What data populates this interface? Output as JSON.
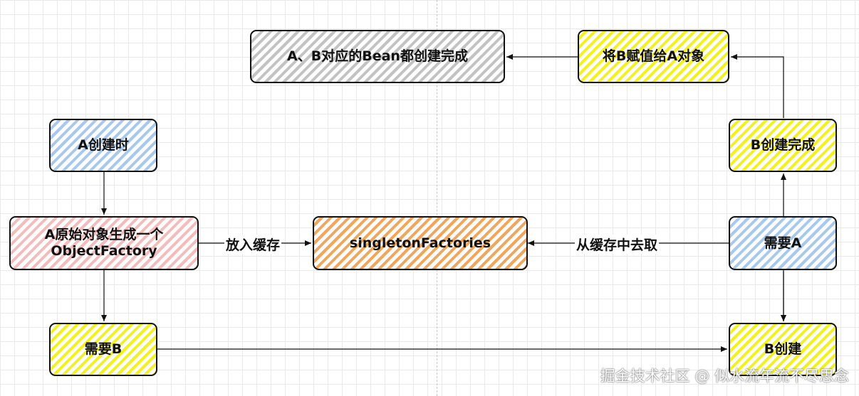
{
  "nodes": {
    "a_create": "A创建时",
    "a_objectfactory_line1": "A原始对象生成一个",
    "a_objectfactory_line2": "ObjectFactory",
    "need_b": "需要B",
    "singleton_factories": "singletonFactories",
    "need_a": "需要A",
    "b_create": "B创建",
    "b_done": "B创建完成",
    "assign_b_to_a": "将B赋值给A对象",
    "all_done": "A、B对应的Bean都创建完成"
  },
  "edge_labels": {
    "put_cache": "放入缓存",
    "get_from_cache": "从缓存中去取"
  },
  "watermark": "掘金技术社区 @ 似水流年流不尽思念",
  "colors": {
    "blue": "#a8c9ef",
    "pink": "#f5bcbc",
    "yellow": "#f4f21e",
    "orange": "#f4a55c",
    "gray": "#c3c3c3",
    "stroke": "#111111"
  }
}
